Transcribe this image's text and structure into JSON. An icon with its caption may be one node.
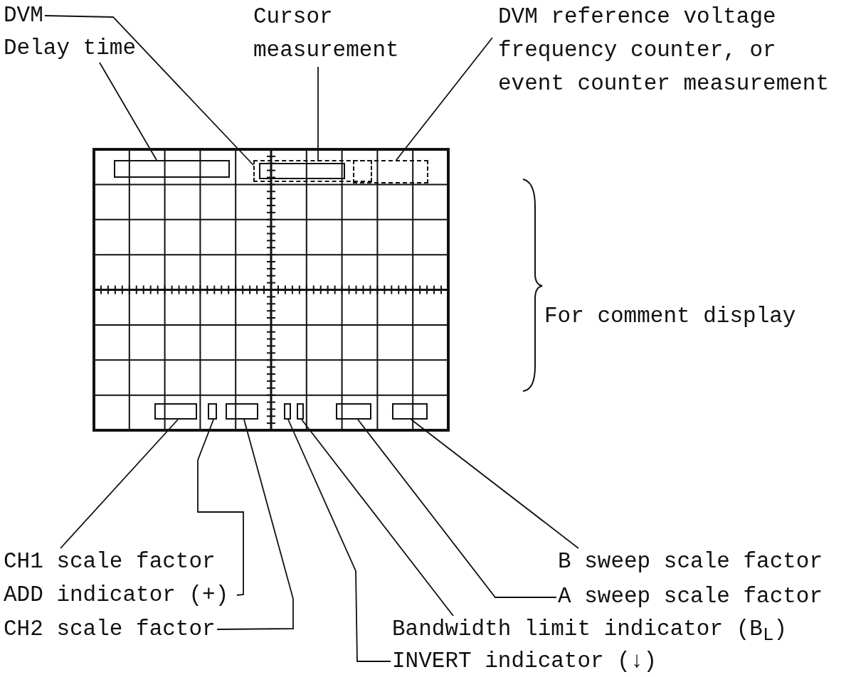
{
  "diagram": {
    "nodes": [
      {
        "text": [
          "DVM"
        ]
      },
      {
        "text": [
          "Delay time"
        ]
      },
      {
        "text": [
          "Cursor measurement"
        ]
      },
      {
        "text": [
          "DVM reference voltage frequency counter, or event counter measurement"
        ]
      },
      {
        "text": [],
        "shape": "box"
      },
      {
        "text": [],
        "shape": "box"
      },
      {
        "text": [],
        "shape": "box",
        "in": 5
      },
      {
        "text": [],
        "shape": "box"
      },
      {
        "text": [],
        "shape": "box"
      },
      {
        "text": [],
        "shape": "box"
      },
      {
        "text": [],
        "shape": "box"
      },
      {
        "text": [],
        "shape": "box"
      },
      {
        "text": [],
        "shape": "box"
      },
      {
        "text": [],
        "shape": "box"
      },
      {
        "text": [],
        "shape": "box"
      },
      {
        "text": [
          "CH1 scale factor"
        ]
      },
      {
        "text": [
          "B sweep scale factor"
        ]
      },
      {
        "text": [
          "ADD indicator (+)"
        ]
      },
      {
        "text": [
          "A sweep scale factor"
        ]
      },
      {
        "text": [
          "CH2 scale factor"
        ]
      },
      {
        "text": [
          "Bandwidth limit indicator (B$_{L}$)"
        ]
      },
      {
        "text": [
          "INVERT indicator (↓)"
        ]
      }
    ],
    "edges": [
      {
        "from": 0,
        "to": 5,
        "arrow": "none"
      },
      {
        "from": 1,
        "to": 4,
        "arrow": "none"
      },
      {
        "from": 2,
        "to": 6,
        "arrow": "none"
      },
      {
        "from": 3,
        "to": 7,
        "arrow": "none"
      },
      {
        "from": 15,
        "to": 8,
        "arrow": "none"
      },
      {
        "from": 16,
        "to": 14,
        "arrow": "none"
      },
      {
        "from": 17,
        "to": 9,
        "arrow": "none"
      },
      {
        "from": 18,
        "to": 13,
        "arrow": "none"
      },
      {
        "from": 19,
        "to": 10,
        "arrow": "none"
      },
      {
        "from": 20,
        "to": 12,
        "arrow": "none"
      },
      {
        "from": 21,
        "to": 11,
        "arrow": "none"
      }
    ],
    "labels": [
      "For comment display"
    ]
  }
}
